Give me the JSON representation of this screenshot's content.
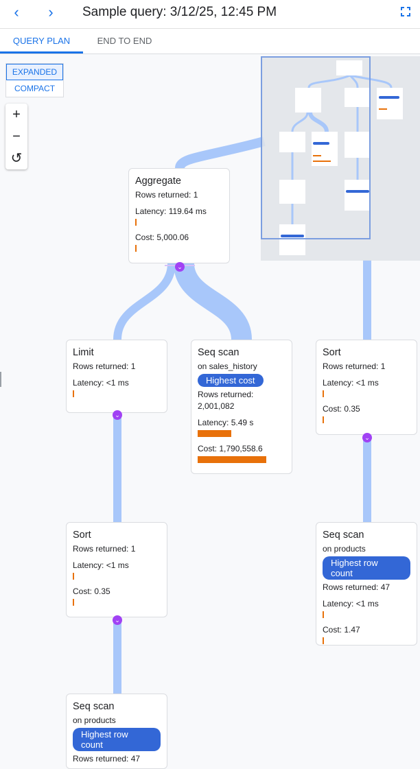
{
  "header": {
    "back_icon": "chevron-left",
    "forward_icon": "chevron-right",
    "title": "Sample query: 3/12/25, 12:45 PM",
    "fullscreen_icon": "fullscreen"
  },
  "tabs": [
    {
      "label": "QUERY PLAN",
      "active": true
    },
    {
      "label": "END TO END",
      "active": false
    }
  ],
  "view_toggle": {
    "options": [
      "EXPANDED",
      "COMPACT"
    ],
    "selected": "EXPANDED"
  },
  "zoom_controls": {
    "zoom_in": "+",
    "zoom_out": "−",
    "reset": "↺"
  },
  "colors": {
    "accent": "#1a73e8",
    "badge": "#3367d6",
    "bar": "#e8710a",
    "edge": "#a8c7fa",
    "expand": "#a142f4"
  },
  "nodes": {
    "aggregate": {
      "name": "Aggregate",
      "rows": "Rows returned: 1",
      "latency": "Latency: 119.64 ms",
      "cost": "Cost: 5,000.06"
    },
    "limit": {
      "name": "Limit",
      "rows": "Rows returned: 1",
      "latency": "Latency: <1 ms"
    },
    "seq_sales": {
      "name": "Seq scan",
      "on": "on sales_history",
      "badge": "Highest cost",
      "rows": "Rows returned:",
      "rows_value": "2,001,082",
      "latency": "Latency: 5.49 s",
      "cost": "Cost: 1,790,558.6",
      "latency_bar": 0.5,
      "cost_bar": 1.0
    },
    "sort_right": {
      "name": "Sort",
      "rows": "Rows returned: 1",
      "latency": "Latency: <1 ms",
      "cost": "Cost: 0.35"
    },
    "sort_left": {
      "name": "Sort",
      "rows": "Rows returned: 1",
      "latency": "Latency: <1 ms",
      "cost": "Cost: 0.35"
    },
    "seq_products_right": {
      "name": "Seq scan",
      "on": "on products",
      "badge": "Highest row count",
      "rows": "Rows returned: 47",
      "latency": "Latency: <1 ms",
      "cost": "Cost: 1.47"
    },
    "seq_products_bottom": {
      "name": "Seq scan",
      "on": "on products",
      "badge": "Highest row count",
      "rows": "Rows returned: 47"
    }
  }
}
